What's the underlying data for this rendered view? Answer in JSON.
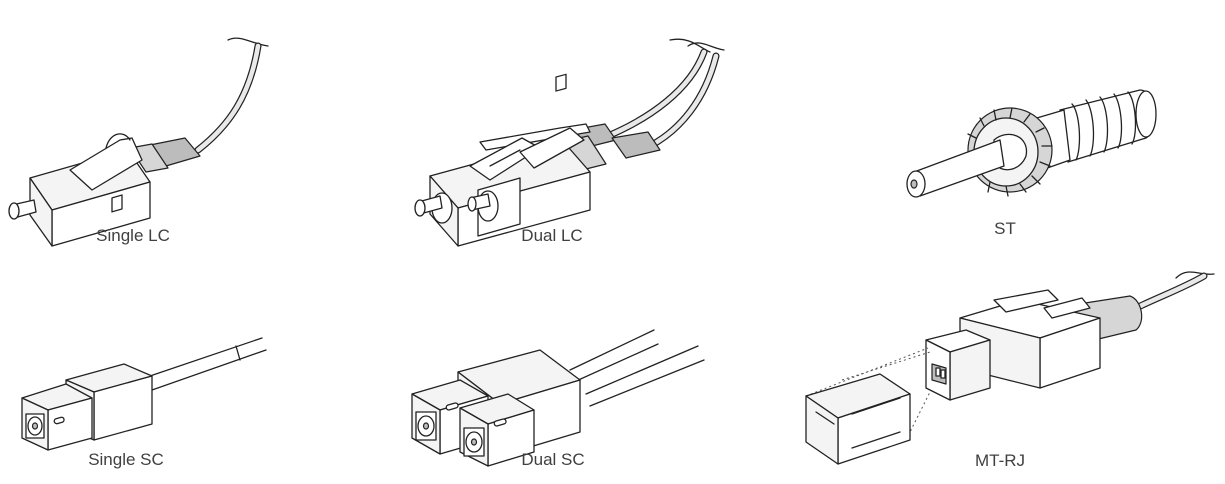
{
  "labels": {
    "single_lc": "Single LC",
    "dual_lc": "Dual LC",
    "st": "ST",
    "single_sc": "Single SC",
    "dual_sc": "Dual SC",
    "mt_rj": "MT-RJ"
  }
}
